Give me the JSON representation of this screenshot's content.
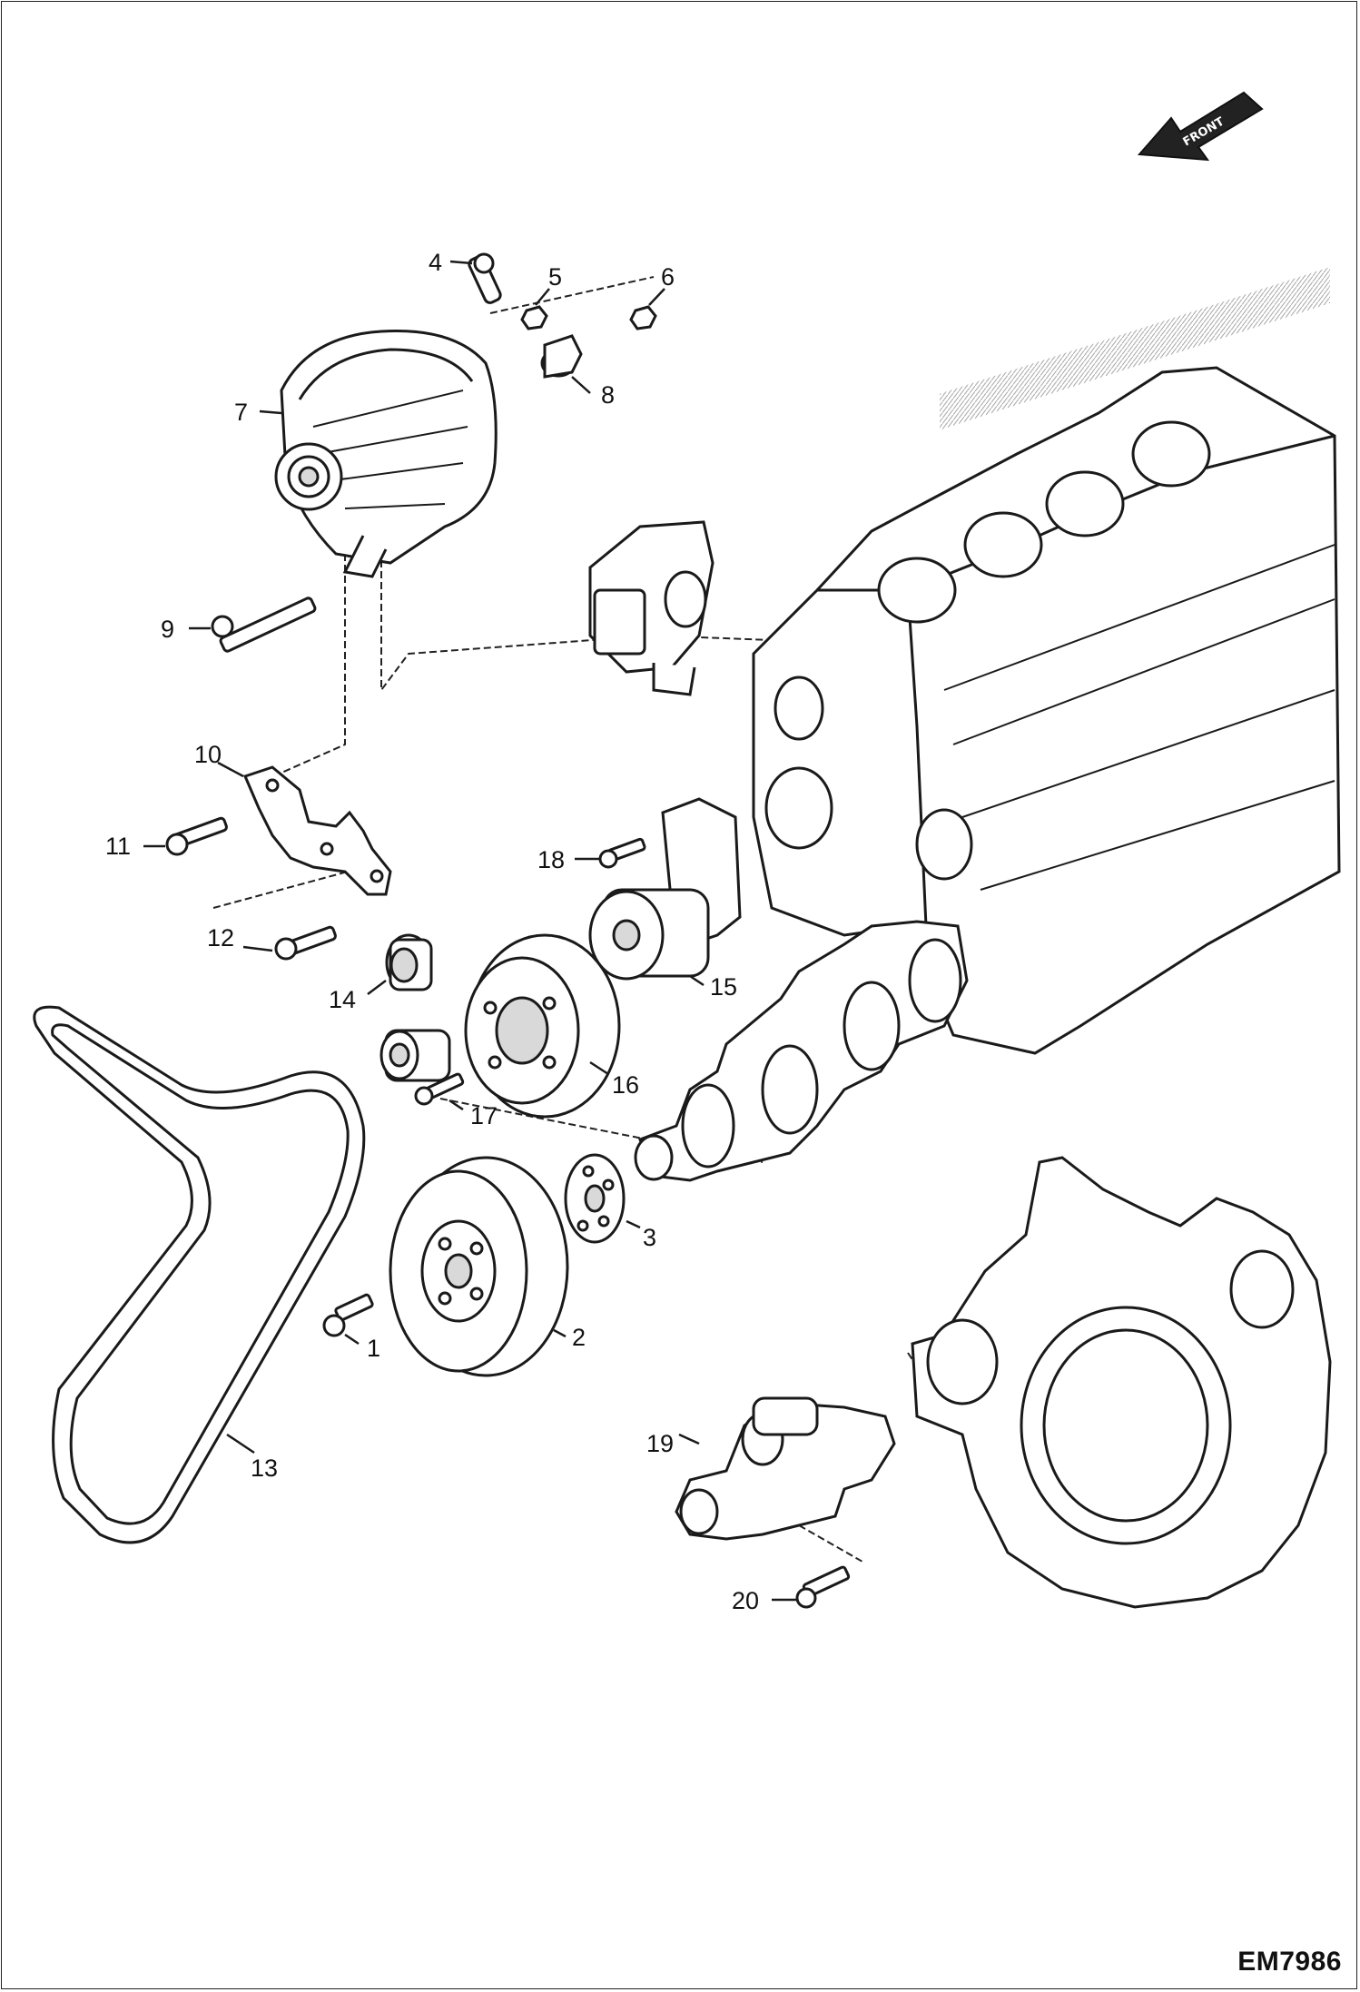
{
  "figure_code": "EM7986",
  "direction_label": "FRONT",
  "callouts": [
    {
      "id": "1",
      "label": "1"
    },
    {
      "id": "2",
      "label": "2"
    },
    {
      "id": "3",
      "label": "3"
    },
    {
      "id": "4",
      "label": "4"
    },
    {
      "id": "5",
      "label": "5"
    },
    {
      "id": "6",
      "label": "6"
    },
    {
      "id": "7",
      "label": "7"
    },
    {
      "id": "8",
      "label": "8"
    },
    {
      "id": "9",
      "label": "9"
    },
    {
      "id": "10",
      "label": "10"
    },
    {
      "id": "11",
      "label": "11"
    },
    {
      "id": "12",
      "label": "12"
    },
    {
      "id": "13",
      "label": "13"
    },
    {
      "id": "14",
      "label": "14"
    },
    {
      "id": "15",
      "label": "15"
    },
    {
      "id": "16",
      "label": "16"
    },
    {
      "id": "17",
      "label": "17"
    },
    {
      "id": "18",
      "label": "18"
    },
    {
      "id": "19",
      "label": "19"
    },
    {
      "id": "20",
      "label": "20"
    }
  ],
  "colors": {
    "line": "#1a1a1a",
    "fill": "#ffffff",
    "shade": "#d9d9d9"
  }
}
